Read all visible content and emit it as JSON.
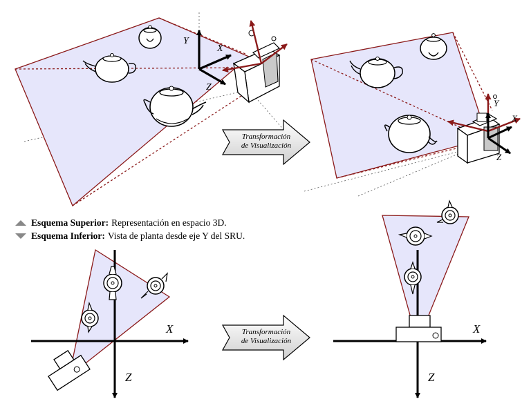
{
  "transform_arrow": {
    "line1": "Transformación",
    "line2": "de Visualización"
  },
  "axes": {
    "x": "X",
    "y": "Y",
    "z": "Z"
  },
  "legend": {
    "upper": {
      "title": "Esquema Superior:",
      "text": "Representación en espacio 3D."
    },
    "lower": {
      "title": "Esquema Inferior:",
      "text": "Vista de planta desde eje Y del SRU."
    }
  },
  "colors": {
    "frustum_fill": "#e6e6fb",
    "frustum_edge": "#8b1a1a",
    "camera_axis": "#8b1a1a",
    "world_axis": "#000000",
    "arrow_fill": "#e8e8e8"
  }
}
